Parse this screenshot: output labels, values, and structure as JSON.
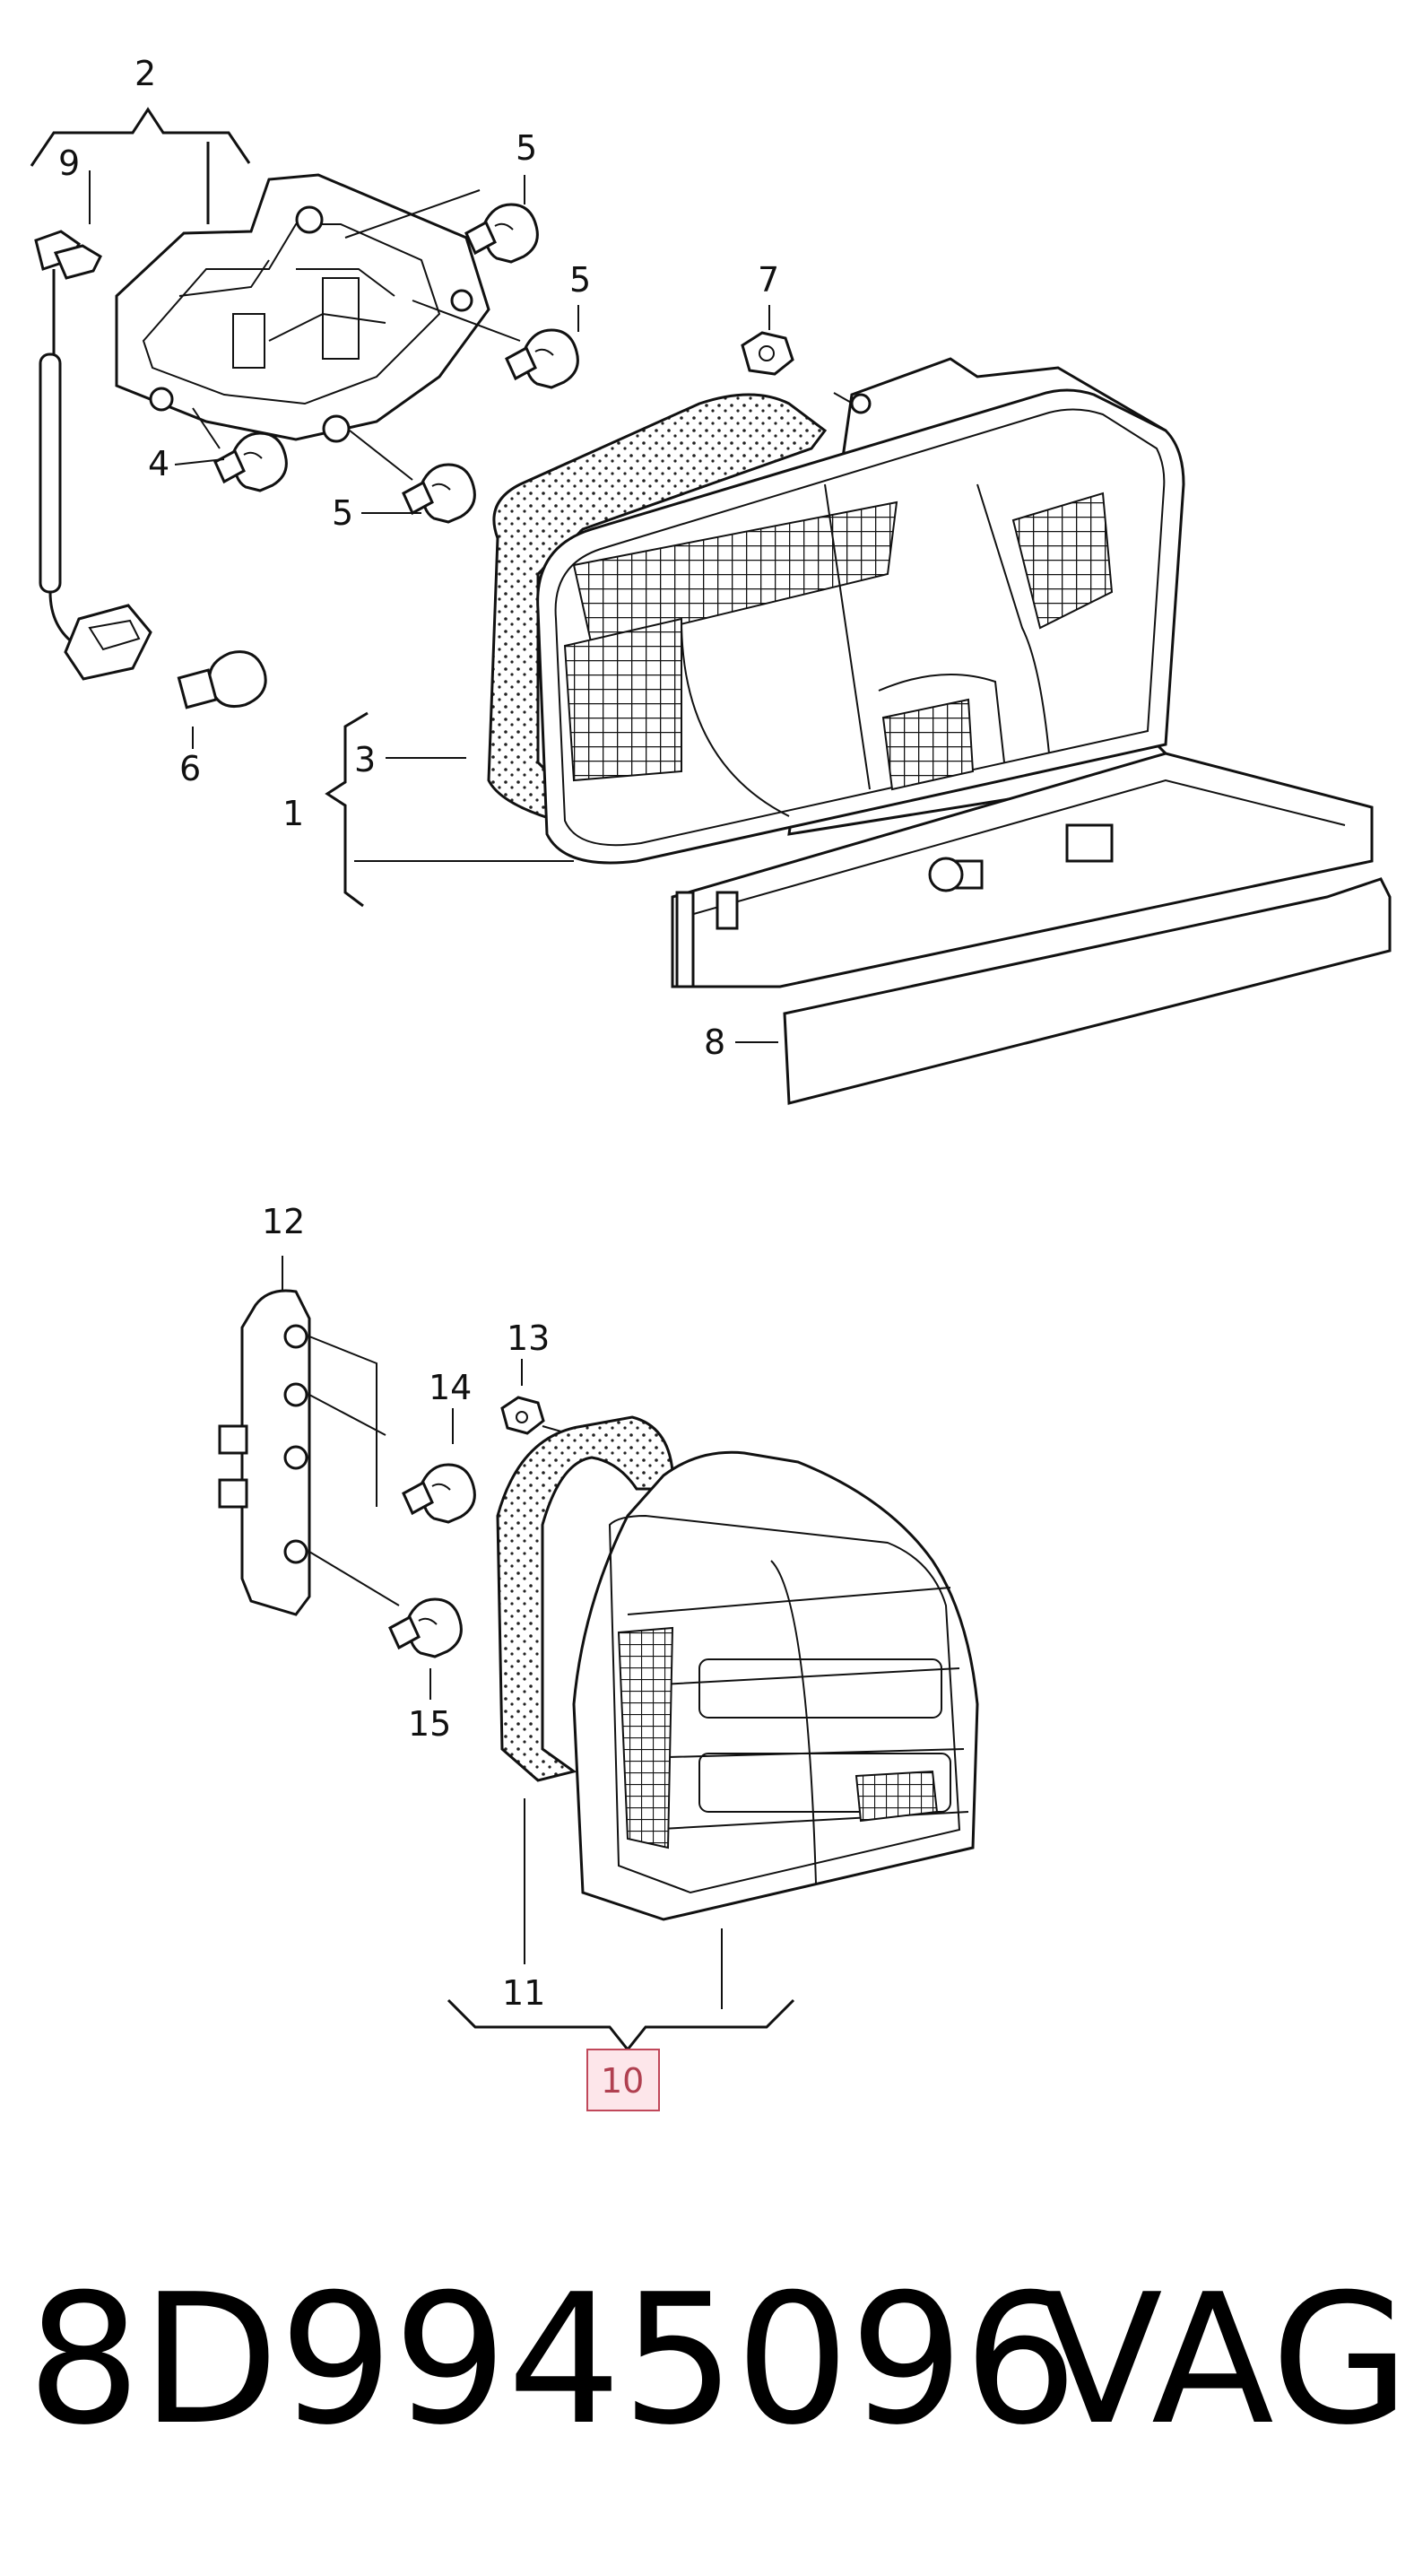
{
  "callouts": {
    "c1": "1",
    "c2": "2",
    "c3": "3",
    "c4": "4",
    "c5a": "5",
    "c5b": "5",
    "c5c": "5",
    "c6": "6",
    "c7": "7",
    "c8": "8",
    "c9": "9",
    "c10": "10",
    "c11": "11",
    "c12": "12",
    "c13": "13",
    "c14": "14",
    "c15": "15"
  },
  "caption": {
    "part_number": "8D9945096",
    "brand": "VAG"
  },
  "colors": {
    "line": "#111111",
    "highlight_fill": "#fde6ea",
    "highlight_stroke": "#c0485a",
    "background": "#ffffff"
  }
}
